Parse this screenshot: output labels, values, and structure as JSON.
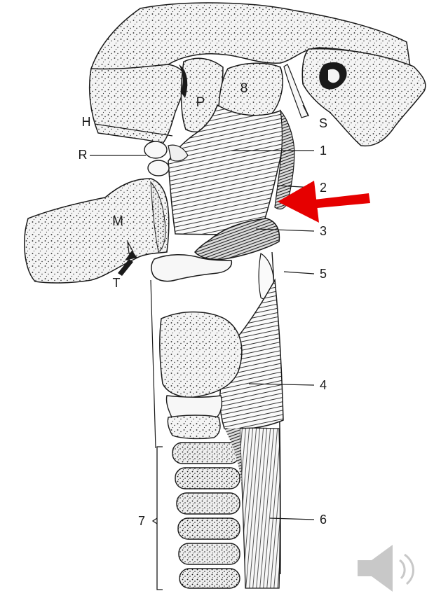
{
  "labels": {
    "p": "P",
    "n8": "8",
    "h": "H",
    "s": "S",
    "r": "R",
    "n1": "1",
    "n2": "2",
    "m": "M",
    "n3": "3",
    "n5": "5",
    "t": "T",
    "n4": "4",
    "n7": "7",
    "n6": "6"
  },
  "colors": {
    "line": "#1a1a1a",
    "stipple_fill": "#f3f3f3",
    "arrow": "#e60000",
    "speaker_icon": "#c8c8c8"
  },
  "icons": {
    "pointer": "red-arrow",
    "audio": "speaker-icon"
  }
}
